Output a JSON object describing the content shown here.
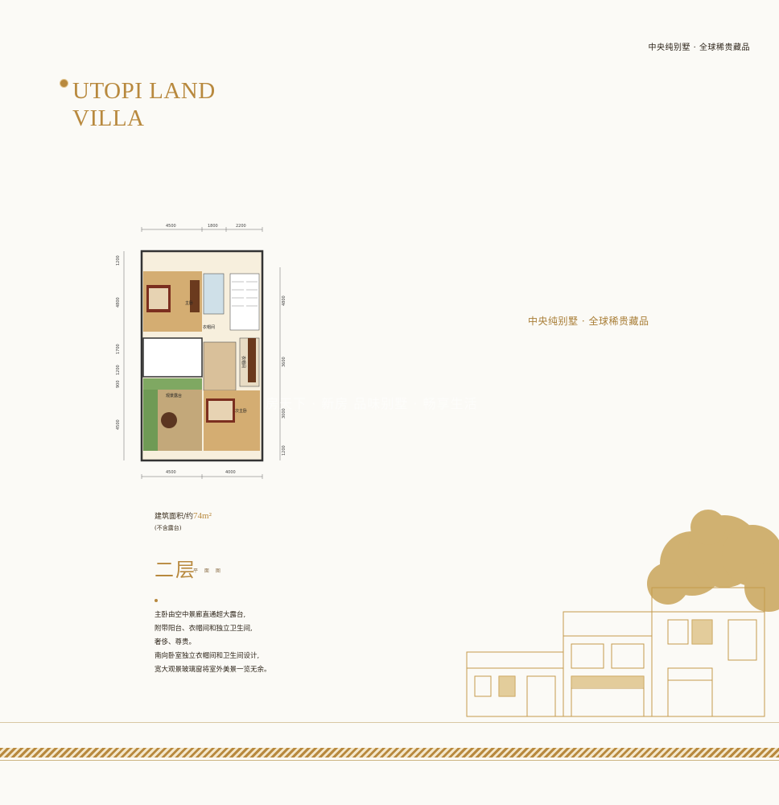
{
  "header": {
    "tagline": "中央纯别墅 · 全球稀贵藏品"
  },
  "brand": {
    "line1": "UTOPI LAND",
    "line2": "VILLA"
  },
  "slogan": "中央纯别墅 · 全球稀贵藏品",
  "floorplan": {
    "dims_top": [
      "4500",
      "1800",
      "2200"
    ],
    "dims_bottom": [
      "4500",
      "4000"
    ],
    "dims_left": [
      "1200",
      "4800",
      "1700",
      "1200",
      "900",
      "4500"
    ],
    "dims_right": [
      "4800",
      "3600",
      "3000",
      "1200"
    ],
    "rooms": {
      "master": "主卧",
      "closet1": "衣帽间",
      "closet2": "衣帽间",
      "terrace": "观景露台",
      "second": "次主卧"
    }
  },
  "area": {
    "label": "建筑面积/约",
    "value": "74m²",
    "note": "(不含露台)"
  },
  "floor": {
    "title": "二层",
    "subtitle": "平 面 图"
  },
  "description": [
    "主卧由空中景廊直通超大露台,",
    "附带阳台、衣帽间和独立卫生间,",
    "奢侈、尊贵。",
    "南向卧室独立衣帽间和卫生间设计,",
    "宽大观景玻璃窗将室外美景一览无余。"
  ],
  "watermark": "房天下 · 新房    品味别墅 · 畅享生活",
  "colors": {
    "gold": "#b8893e",
    "background": "#fbfaf6",
    "text": "#2d2419"
  }
}
